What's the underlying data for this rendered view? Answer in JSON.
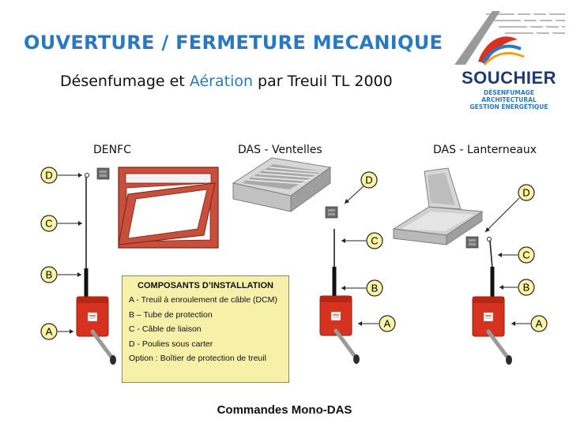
{
  "header": {
    "title": "OUVERTURE / FERMETURE MECANIQUE",
    "subtitle_pre": "Désenfumage et ",
    "subtitle_accent": "Aération",
    "subtitle_post": " par Treuil TL 2000"
  },
  "logo": {
    "name": "SOUCHIER",
    "tagline_1": "DÉSENFUMAGE ARCHITECTURAL",
    "tagline_2": "GESTION ÉNERGÉTIQUE"
  },
  "columns": [
    {
      "label": "DENFC"
    },
    {
      "label": "DAS - Ventelles"
    },
    {
      "label": "DAS - Lanterneaux"
    }
  ],
  "callouts": {
    "a": "A",
    "b": "B",
    "c": "C",
    "d": "D"
  },
  "components": {
    "heading": "COMPOSANTS D’INSTALLATION",
    "items": [
      "A - Treuil à enroulement de câble (DCM)",
      "B – Tube de protection",
      "C - Câble de liaison",
      "D - Poulies sous carter",
      "Option : Boîtier de protection de treuil"
    ]
  },
  "footer": "Commandes Mono-DAS",
  "colors": {
    "brand_blue": "#2a78bf",
    "winch_red": "#d6321f",
    "box_yellow": "#f7f0a8",
    "logo_navy": "#1e3a6e"
  }
}
